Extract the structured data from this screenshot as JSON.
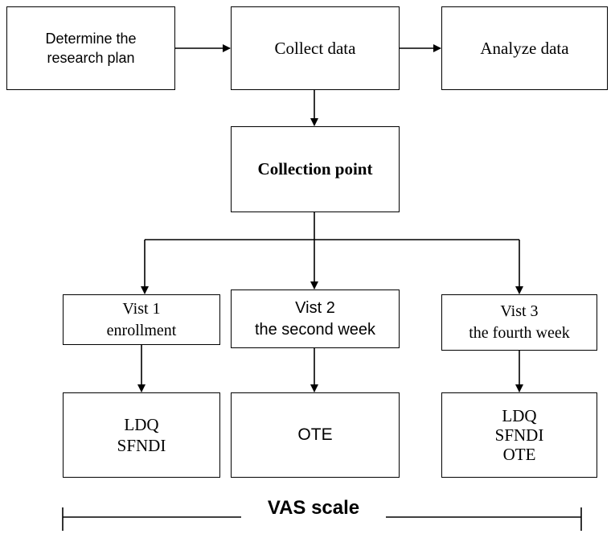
{
  "steps": {
    "plan": [
      "Determine the",
      "research plan"
    ],
    "collect": "Collect data",
    "analyze": "Analyze data",
    "point": "Collection point"
  },
  "visits": [
    {
      "title": "Vist 1",
      "subtitle": "enrollment",
      "measures": [
        "LDQ",
        "SFNDI"
      ]
    },
    {
      "title": "Vist 2",
      "subtitle": "the second week",
      "measures": [
        "OTE"
      ]
    },
    {
      "title": "Vist 3",
      "subtitle": "the fourth week",
      "measures": [
        "LDQ",
        "SFNDI",
        "OTE"
      ]
    }
  ],
  "scale_label": "VAS scale"
}
